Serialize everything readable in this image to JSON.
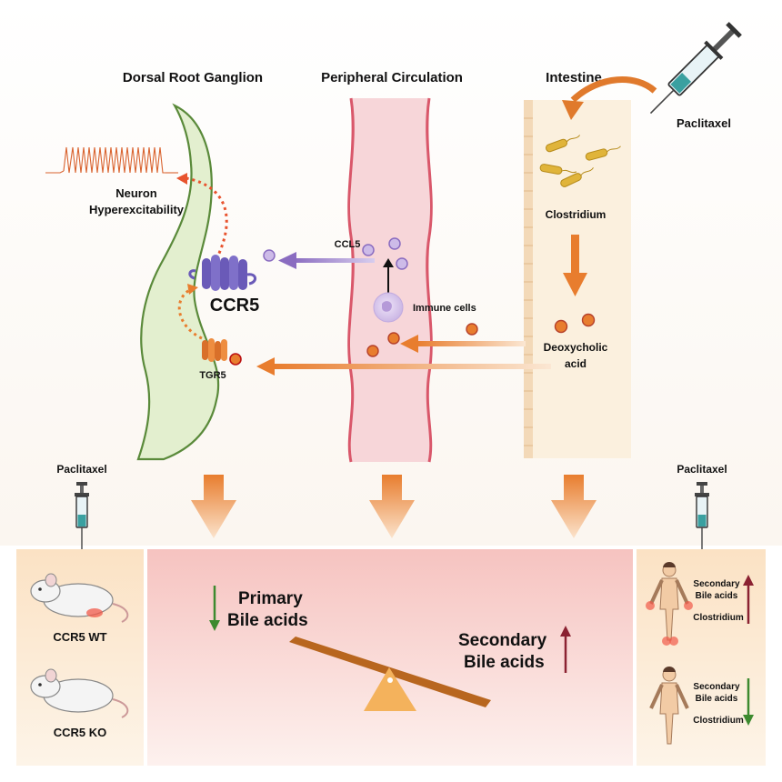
{
  "top": {
    "drg_title": "Dorsal Root Ganglion",
    "circ_title": "Peripheral Circulation",
    "intestine_title": "Intestine",
    "paclitaxel": "Paclitaxel",
    "neuron_line1": "Neuron",
    "neuron_line2": "Hyperexcitability",
    "ccr5": "CCR5",
    "tgr5": "TGR5",
    "ccl5": "CCL5",
    "immune_cells": "Immune cells",
    "clostridium": "Clostridium",
    "deoxycholic_line1": "Deoxycholic",
    "deoxycholic_line2": "acid"
  },
  "bottom": {
    "left_paclitaxel": "Paclitaxel",
    "right_paclitaxel": "Paclitaxel",
    "wt_label": "CCR5 WT",
    "ko_label": "CCR5 KO",
    "primary_line1": "Primary",
    "primary_line2": "Bile acids",
    "secondary_line1": "Secondary",
    "secondary_line2": "Bile acids",
    "human1_secondary_line1": "Secondary",
    "human1_secondary_line2": "Bile acids",
    "human1_clostridium": "Clostridium",
    "human2_secondary_line1": "Secondary",
    "human2_secondary_line2": "Bile acids",
    "human2_clostridium": "Clostridium"
  },
  "colors": {
    "orange": "#e87d2e",
    "purple": "#8a6cc0",
    "ganglion_fill": "#e3efcf",
    "ganglion_stroke": "#5a8a3a",
    "vessel_fill": "#f7d6d9",
    "vessel_wall": "#d9576a",
    "intestine_fill": "#fbf0de",
    "down_green": "#3d8a2f",
    "up_maroon": "#8b2232",
    "seesaw_bar": "#b8661f",
    "seesaw_base": "#f4b25c"
  }
}
